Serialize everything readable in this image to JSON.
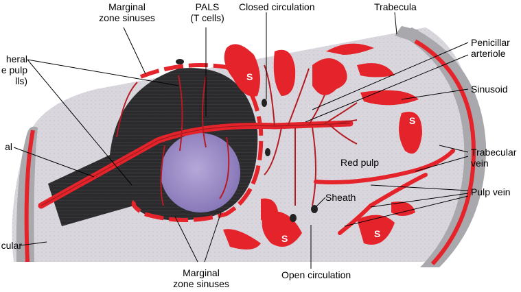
{
  "labels": {
    "marginal_zone_sinuses_top": [
      "Marginal",
      "zone sinuses"
    ],
    "pals": [
      "PALS",
      "(T cells)"
    ],
    "closed_circulation": "Closed circulation",
    "trabecula": "Trabecula",
    "penicillar_arteriole": [
      "Penicillar",
      "arteriole"
    ],
    "sinusoid": "Sinusoid",
    "trabecular_vein": [
      "Trabecular",
      "vein"
    ],
    "red_pulp": "Red pulp",
    "pulp_vein": "Pulp vein",
    "sheath": "Sheath",
    "open_circulation": "Open circulation",
    "marginal_zone_sinuses_bottom": [
      "Marginal",
      "zone sinuses"
    ],
    "left_cut_1": [
      "heral",
      "e pulp",
      "lls)"
    ],
    "left_cut_2": "al",
    "left_cut_3": "cular"
  },
  "sinusoid_mark": "S",
  "colors": {
    "vessel_red": "#e5232b",
    "vessel_dark": "#9a1a1e",
    "red_pulp_bg": "#d9d7dd",
    "white_pulp_dark": "#2b2a2c",
    "germinal_center": "#9b8cc4",
    "capsule_gray": "#a9a8ad",
    "sheath": "#222222"
  }
}
